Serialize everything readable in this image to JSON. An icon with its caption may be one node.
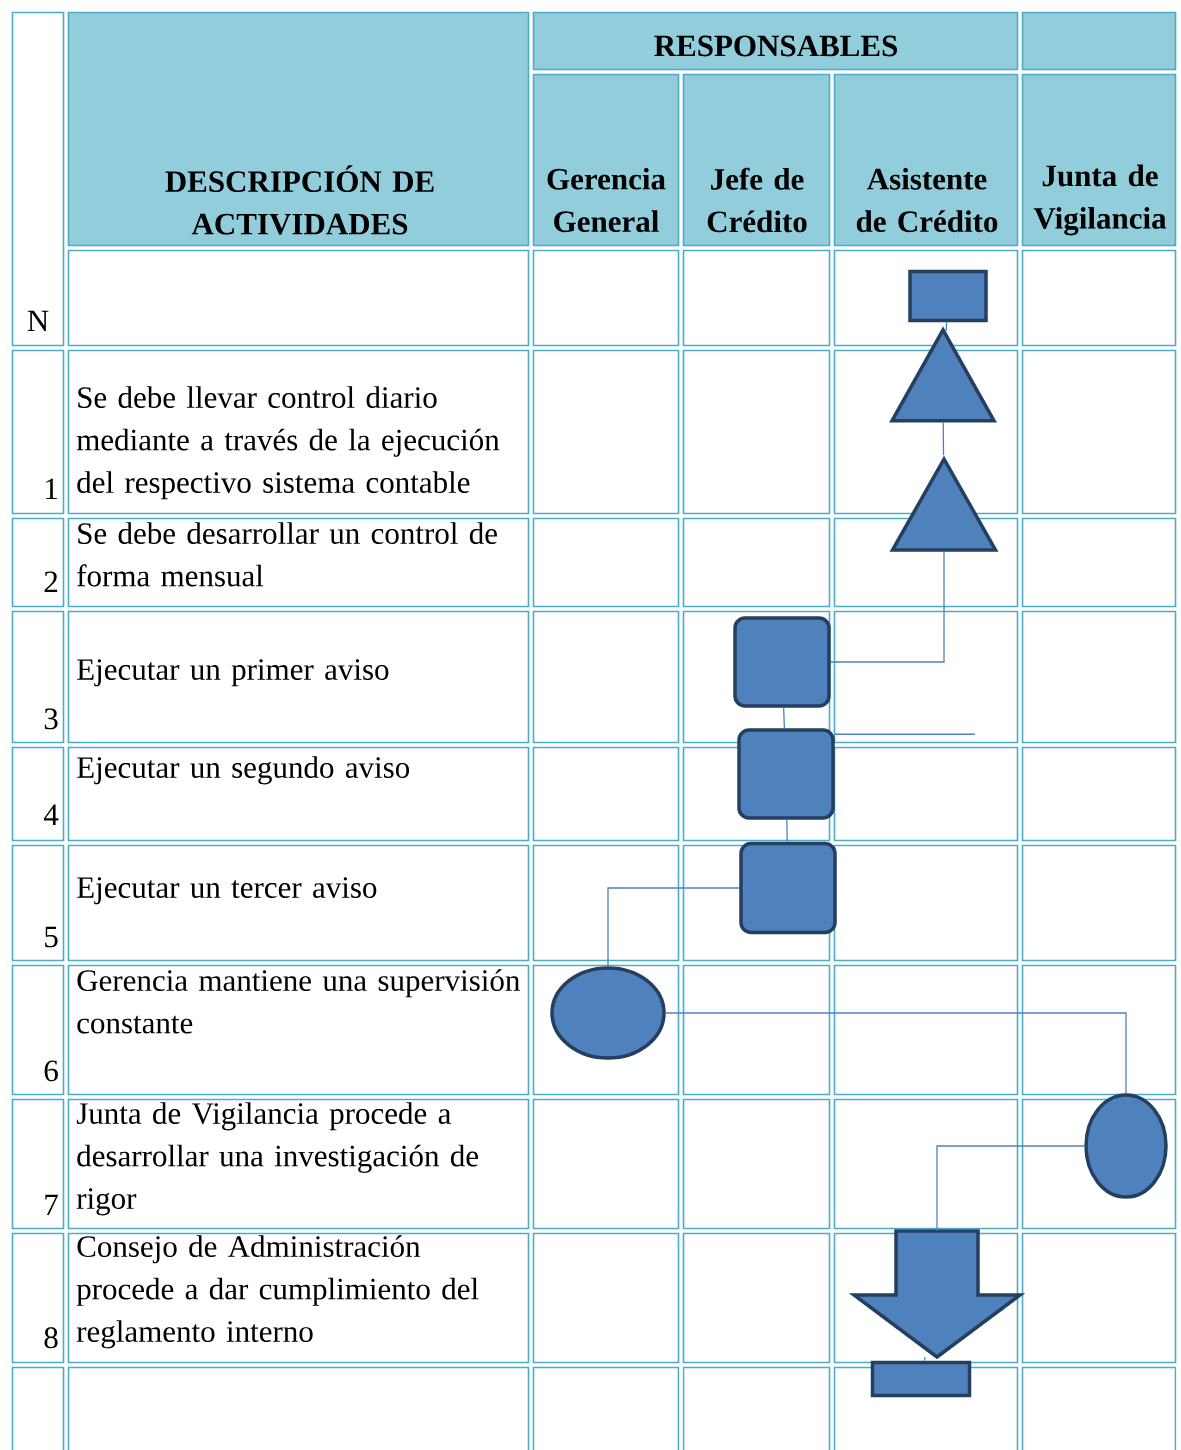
{
  "diagram": {
    "nodes": [
      {
        "text": [],
        "shape": "box"
      },
      {
        "text": [],
        "shape": "triangle"
      },
      {
        "text": [],
        "shape": "triangle"
      },
      {
        "text": [],
        "shape": "box"
      },
      {
        "text": [],
        "shape": "box"
      },
      {
        "text": [],
        "shape": "box"
      },
      {
        "text": [],
        "shape": "ellipse"
      },
      {
        "text": [],
        "shape": "ellipse"
      },
      {
        "text": [],
        "shape": "arrow"
      },
      {
        "text": [],
        "shape": "box"
      }
    ],
    "edges": [
      {
        "from": 0,
        "to": 1,
        "arrow": "none"
      },
      {
        "from": 1,
        "to": 2,
        "arrow": "none"
      },
      {
        "from": 2,
        "to": 3,
        "arrow": "none"
      },
      {
        "from": 3,
        "to": 4,
        "arrow": "none"
      },
      {
        "from": 4,
        "to": 5,
        "arrow": "none"
      },
      {
        "from": 5,
        "to": 6,
        "arrow": "none"
      },
      {
        "from": 6,
        "to": 7,
        "arrow": "none"
      },
      {
        "from": 7,
        "to": 8,
        "arrow": "none"
      },
      {
        "from": 8,
        "to": 9,
        "arrow": "none"
      },
      {
        "from": 4,
        "to": null,
        "arrow": "none"
      }
    ],
    "labels": [
      "DESCRIPCIÓN DE ACTIVIDADES",
      "RESPONSABLES",
      "Gerencia General",
      "Jefe de Crédito",
      "Asistente de Crédito",
      "Junta de Vigilancia",
      "N",
      "1",
      "Se debe llevar control diario mediante a través de la ejecución del respectivo sistema contable",
      "2",
      "Se debe desarrollar un control de forma mensual",
      "3",
      "Ejecutar un primer aviso",
      "4",
      "Ejecutar un segundo aviso",
      "5",
      "Ejecutar un tercer aviso",
      "6",
      "Gerencia mantiene una supervisión constante",
      "7",
      "Junta de Vigilancia procede a desarrollar una investigación de rigor",
      "8",
      "Consejo de Administración procede a dar cumplimiento del reglamento interno"
    ]
  }
}
